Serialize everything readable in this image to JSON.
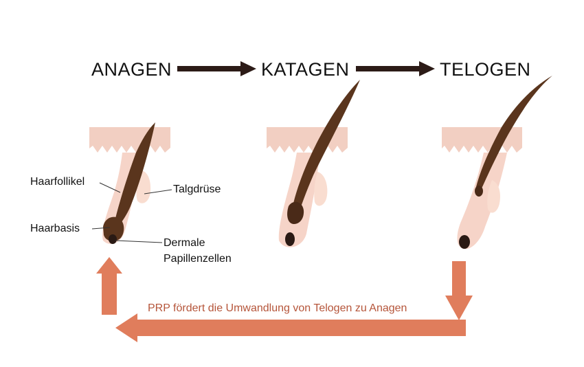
{
  "phases": {
    "anagen": "ANAGEN",
    "katagen": "KATAGEN",
    "telogen": "TELOGEN"
  },
  "labels": {
    "haarfollikel": "Haarfollikel",
    "talgdruese": "Talgdrüse",
    "haarbasis": "Haarbasis",
    "dermale_line1": "Dermale",
    "dermale_line2": "Papillenzellen"
  },
  "cycle_caption": "PRP fördert die Umwandlung von Telogen zu Anagen",
  "colors": {
    "skin": "#f2cfc2",
    "skin_light": "#f8ddd3",
    "follicle": "#f6d4c8",
    "gland": "#f9ddd0",
    "hair": "#5a351d",
    "hair_dark": "#3b2012",
    "papilla": "#2a1a14",
    "arrow_dark": "#2c1b17",
    "arrow_salmon": "#e07d5c",
    "caption": "#b5553a"
  }
}
